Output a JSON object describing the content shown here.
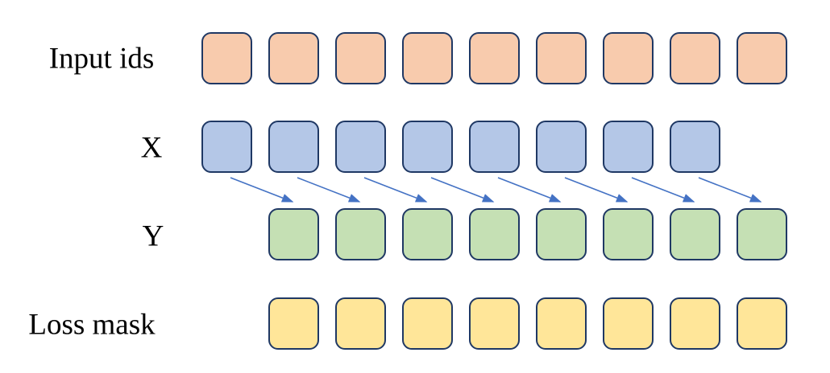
{
  "diagram": {
    "rows": [
      {
        "id": "input-ids",
        "label": "Input ids",
        "count": 9,
        "fill": "#F8CBAD"
      },
      {
        "id": "x",
        "label": "X",
        "count": 8,
        "fill": "#B4C7E7"
      },
      {
        "id": "y",
        "label": "Y",
        "count": 8,
        "fill": "#C5E0B4"
      },
      {
        "id": "loss-mask",
        "label": "Loss mask",
        "count": 8,
        "fill": "#FFE699"
      }
    ],
    "arrows": {
      "count": 8,
      "from_row": "X",
      "to_row": "Y",
      "direction": "down-right-shift-by-one"
    },
    "colors": {
      "square_border": "#1F3864",
      "arrow": "#4472C4",
      "background": "#FFFFFF",
      "label_text": "#000000"
    }
  }
}
